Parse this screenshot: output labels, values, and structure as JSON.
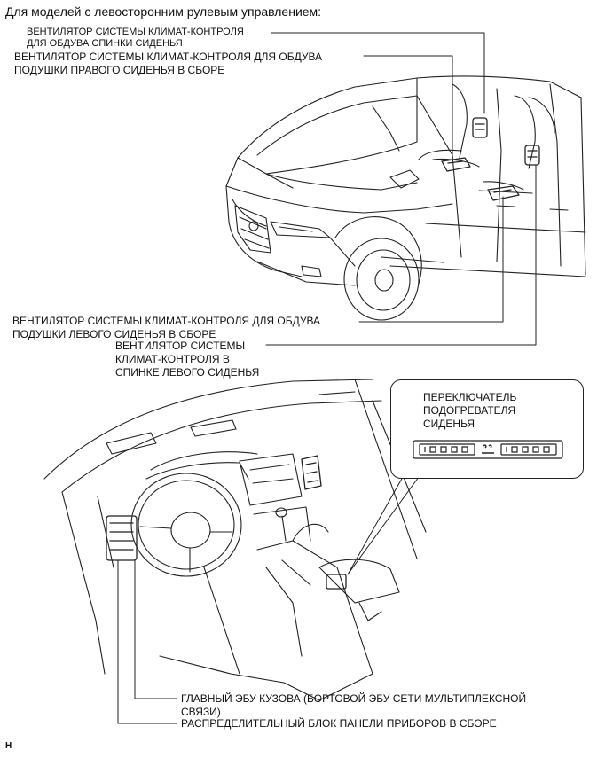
{
  "heading": "Для моделей с левосторонним рулевым управлением:",
  "labels": {
    "seatback_fan_right": "ВЕНТИЛЯТОР СИСТЕМЫ КЛИМАТ-КОНТРОЛЯ\nДЛЯ ОБДУВА СПИНКИ СИДЕНЬЯ",
    "cushion_fan_right": "ВЕНТИЛЯТОР СИСТЕМЫ КЛИМАТ-КОНТРОЛЯ ДЛЯ ОБДУВА\nПОДУШКИ ПРАВОГО СИДЕНЬЯ В СБОРЕ",
    "cushion_fan_left": "ВЕНТИЛЯТОР СИСТЕМЫ КЛИМАТ-КОНТРОЛЯ ДЛЯ ОБДУВА\nПОДУШКИ ЛЕВОГО СИДЕНЬЯ В СБОРЕ",
    "seatback_fan_left": "ВЕНТИЛЯТОР СИСТЕМЫ\nКЛИМАТ-КОНТРОЛЯ В\nСПИНКЕ ЛЕВОГО СИДЕНЬЯ",
    "heater_switch": "ПЕРЕКЛЮЧАТЕЛЬ\nПОДОГРЕВАТЕЛЯ\nСИДЕНЬЯ",
    "main_body_ecu": "ГЛАВНЫЙ ЭБУ КУЗОВА (БОРТОВОЙ ЭБУ СЕТИ МУЛЬТИПЛЕКСНОЙ\nСВЯЗИ)",
    "junction_block": "РАСПРЕДЕЛИТЕЛЬНЫЙ БЛОК ПАНЕЛИ ПРИБОРОВ В СБОРЕ"
  },
  "footer_code": "H"
}
